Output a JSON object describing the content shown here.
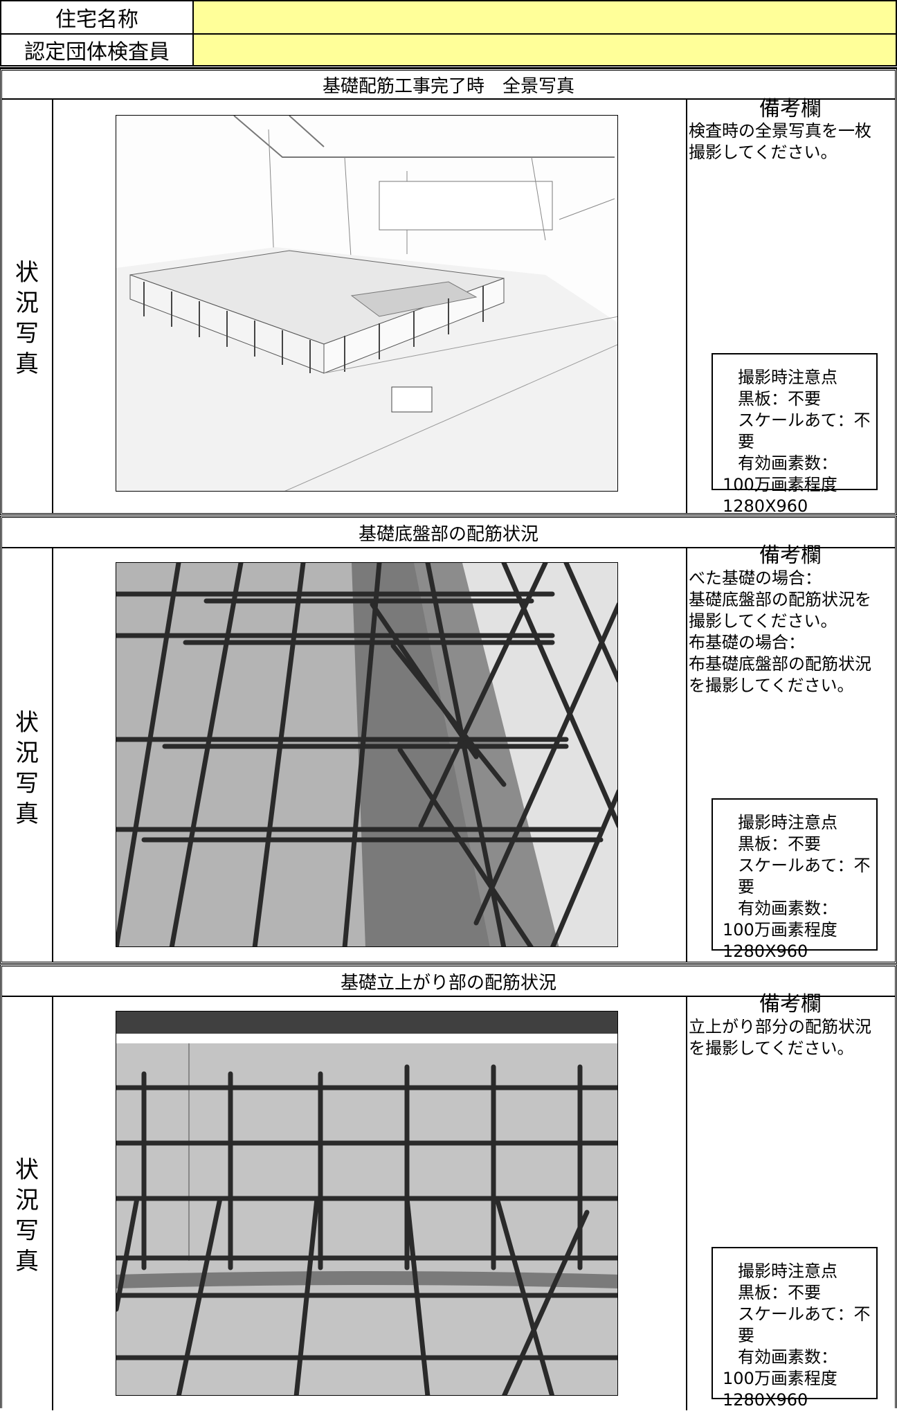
{
  "header": {
    "house_name_label": "住宅名称",
    "house_name_value": "",
    "inspector_label": "認定団体検査員",
    "inspector_value": ""
  },
  "colors": {
    "field_fill": "#ffff99"
  },
  "sections": [
    {
      "title": "基礎配筋工事完了時　全景写真",
      "side_label": "状況写真",
      "photo_icon": "foundation-overview-illustration",
      "remarks_title": "備考欄",
      "remarks_text": "検査時の全景写真を一枚\n撮影してください。",
      "notes": {
        "title": "撮影時注意点",
        "blackboard": "黒板：不要",
        "scale": "スケールあて：不要",
        "pixels_label": "有効画素数：",
        "pixels_value": "100万画素程度",
        "resolution": "1280X960"
      }
    },
    {
      "title": "基礎底盤部の配筋状況",
      "side_label": "状況写真",
      "photo_icon": "base-slab-rebar-illustration",
      "remarks_title": "備考欄",
      "remarks_text": "べた基礎の場合：\n基礎底盤部の配筋状況を\n撮影してください。\n布基礎の場合：\n布基礎底盤部の配筋状況\nを撮影してください。",
      "notes": {
        "title": "撮影時注意点",
        "blackboard": "黒板：不要",
        "scale": "スケールあて：不要",
        "pixels_label": "有効画素数：",
        "pixels_value": "100万画素程度",
        "resolution": "1280X960"
      }
    },
    {
      "title": "基礎立上がり部の配筋状況",
      "side_label": "状況写真",
      "photo_icon": "rising-wall-rebar-illustration",
      "remarks_title": "備考欄",
      "remarks_text": "立上がり部分の配筋状況\nを撮影してください。",
      "notes": {
        "title": "撮影時注意点",
        "blackboard": "黒板：不要",
        "scale": "スケールあて：不要",
        "pixels_label": "有効画素数：",
        "pixels_value": "100万画素程度",
        "resolution": "1280X960"
      }
    }
  ]
}
